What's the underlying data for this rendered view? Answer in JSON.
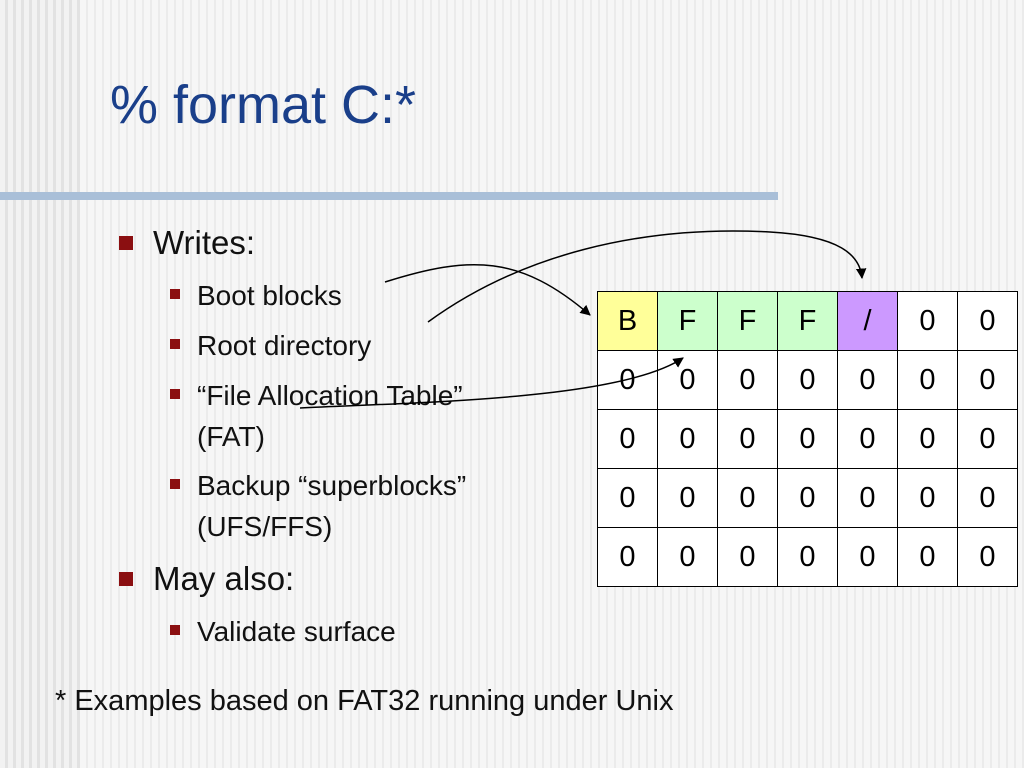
{
  "slide": {
    "title": "% format C:*",
    "bullets": [
      {
        "text": "Writes:",
        "children": [
          {
            "text": "Boot blocks"
          },
          {
            "text": "Root directory"
          },
          {
            "text": "“File Allocation Table”",
            "text2": "(FAT)"
          },
          {
            "text": "Backup “superblocks”",
            "text2": "(UFS/FFS)"
          }
        ]
      },
      {
        "text": "May also:",
        "children": [
          {
            "text": "Validate surface"
          }
        ]
      }
    ],
    "footnote": "* Examples based on FAT32 running under Unix"
  },
  "disk": {
    "rows": [
      [
        "B",
        "F",
        "F",
        "F",
        "/",
        "0",
        "0"
      ],
      [
        "0",
        "0",
        "0",
        "0",
        "0",
        "0",
        "0"
      ],
      [
        "0",
        "0",
        "0",
        "0",
        "0",
        "0",
        "0"
      ],
      [
        "0",
        "0",
        "0",
        "0",
        "0",
        "0",
        "0"
      ],
      [
        "0",
        "0",
        "0",
        "0",
        "0",
        "0",
        "0"
      ]
    ],
    "colors": {
      "boot": "#ffff99",
      "fat": "#ccffcc",
      "root": "#cc99ff",
      "empty": "#ffffff"
    }
  }
}
